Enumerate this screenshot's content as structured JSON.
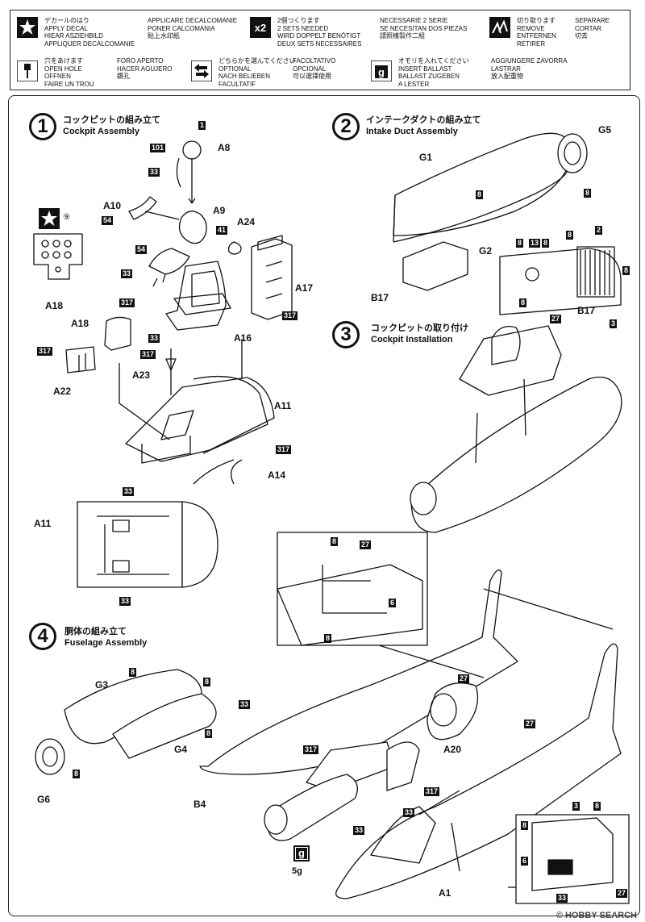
{
  "legend": [
    {
      "jp": "デカールのはり",
      "lines": [
        "APPLY DECAL",
        "HIEAR ASZIEHBILD",
        "APPLIQUER DECALCOMANIE"
      ],
      "extra": [
        "APPLICARE DECALCOMANIE",
        "PONER CALCOMANIA",
        "貼上水印紙"
      ]
    },
    {
      "jp": "2個つくります",
      "lines": [
        "2 SETS NEEDED",
        "WIRD DOPPELT BENÖTIGT",
        "DEUX SETS NECESSAIRES"
      ],
      "extra": [
        "NECESSARIE 2 SERIE",
        "SE NECESITAN DOS PIEZAS",
        "請照樣製作二組"
      ]
    },
    {
      "jp": "切り取ります",
      "lines": [
        "REMOVE",
        "ENTFERNEN",
        "RETIRER"
      ],
      "extra": [
        "SEPARARE",
        "CORTAR",
        "切去"
      ]
    },
    {
      "jp": "穴をあけます",
      "lines": [
        "OPEN HOLE",
        "OFFNEN",
        "FAIRE UN TROU"
      ],
      "extra": [
        "FORO APERTO",
        "HACER AGUJERO",
        "鑽孔"
      ]
    },
    {
      "jp": "どちらかを選んでください",
      "lines": [
        "OPTIONAL",
        "NACH BELIEBEN",
        "FACULTATIF"
      ],
      "extra": [
        "FACOLTATIVO",
        "OPCIONAL",
        "可以選擇使用"
      ]
    },
    {
      "jp": "オモリを入れてください",
      "lines": [
        "INSERT BALLAST",
        "BALLAST ZUGEBEN",
        "A LESTER"
      ],
      "extra": [
        "AGGIUNGERE ZAVORRA",
        "LASTRAR",
        "放入配重物"
      ]
    }
  ],
  "steps": [
    {
      "num": "1",
      "jp": "コックピットの組み立て",
      "en": "Cockpit Assembly"
    },
    {
      "num": "2",
      "jp": "インテークダクトの組み立て",
      "en": "Intake Duct Assembly"
    },
    {
      "num": "3",
      "jp": "コックピットの取り付け",
      "en": "Cockpit Installation"
    },
    {
      "num": "4",
      "jp": "胴体の組み立て",
      "en": "Fuselage Assembly"
    }
  ],
  "parts": {
    "A8": "A8",
    "A9": "A9",
    "A10": "A10",
    "A24": "A24",
    "A17": "A17",
    "A16": "A16",
    "A18a": "A18",
    "A18b": "A18",
    "A22": "A22",
    "A23": "A23",
    "A11a": "A11",
    "A11b": "A11",
    "A14": "A14",
    "G1": "G1",
    "G5": "G5",
    "G2": "G2",
    "B17a": "B17",
    "B17b": "B17",
    "G3": "G3",
    "G4": "G4",
    "G6": "G6",
    "B4": "B4",
    "A20": "A20",
    "A1": "A1"
  },
  "tags": {
    "t1": "1",
    "t101": "101",
    "t33a": "33",
    "t54a": "54",
    "t54b": "54",
    "t33b": "33",
    "t41": "41",
    "t317a": "317",
    "t317b": "317",
    "t33c": "33",
    "t317c": "317",
    "t317d": "317",
    "t317e": "317",
    "t33d": "33",
    "t33e": "33",
    "t8a": "8",
    "t8b": "8",
    "t2": "2",
    "t8c": "8",
    "t13": "13",
    "t8d": "8",
    "t8e": "8",
    "t8f": "8",
    "t27a": "27",
    "t3a": "3",
    "t8g": "8",
    "t27b": "27",
    "t6a": "6",
    "t8h": "8",
    "t27c": "27",
    "t8i": "8",
    "t8j": "8",
    "t8k": "8",
    "t8l": "8",
    "t33f": "33",
    "t317f": "317",
    "t27d": "27",
    "t317g": "317",
    "t33g": "33",
    "t33h": "33",
    "t3b": "3",
    "t8m": "8",
    "t8n": "8",
    "t6b": "6",
    "t33i": "33",
    "t27e": "27",
    "t8o": "8"
  },
  "insignia_number": "⑨",
  "ballast_symbol": "g",
  "ballast_weight": "5g",
  "watermark": "© HOBBY SEARCH"
}
